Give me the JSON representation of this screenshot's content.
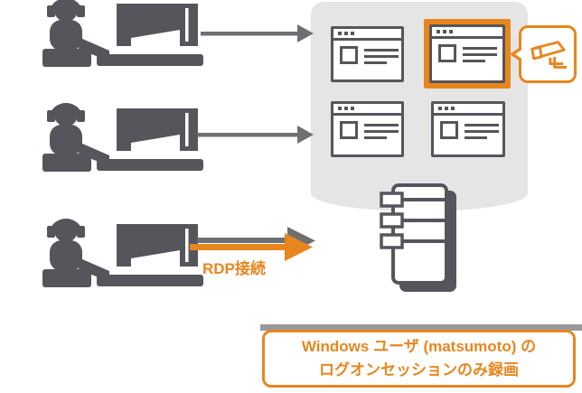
{
  "colors": {
    "orange": "#E8861D",
    "dark_gray": "#54565B",
    "arrow_gray": "#6E6F72",
    "panel_gray": "#E5E5E6",
    "bar_gray": "#97999B",
    "white": "#FFFFFF"
  },
  "labels": {
    "rdp_connection": "RDP接続"
  },
  "caption": {
    "line1": "Windows ユーザ (matsumoto) の",
    "line2": "ログオンセッションのみ録画"
  },
  "icons": {
    "user": "user-at-laptop-icon",
    "window": "app-window-icon",
    "window_highlighted": "app-window-highlighted-icon",
    "camera": "surveillance-camera-icon",
    "server": "server-icon",
    "arrow": "connection-arrow-icon",
    "rdp_arrow": "rdp-connection-arrow-icon"
  }
}
